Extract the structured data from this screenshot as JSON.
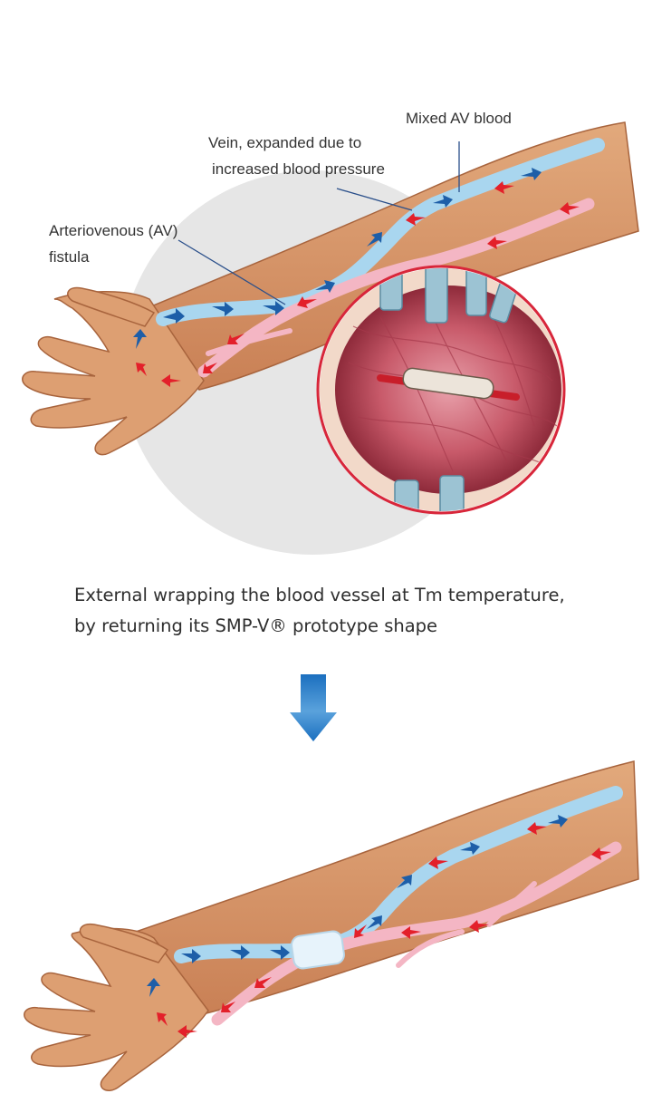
{
  "labels": {
    "mixed_av_blood": "Mixed AV blood",
    "vein_line1": "Vein, expanded due to",
    "vein_line2": "increased blood pressure",
    "fistula_line1": "Arteriovenous (AV)",
    "fistula_line2": "fistula"
  },
  "caption": {
    "line1": "External wrapping the blood vessel at Tm temperature,",
    "line2": "by returning its SMP-V® prototype shape"
  },
  "colors": {
    "skin": "#d99a6c",
    "skin_shadow": "#b86f45",
    "vein": "#a9d6ef",
    "artery": "#f4b6c4",
    "arrow_blue": "#1d5ea8",
    "arrow_red": "#e3202a",
    "magnifier_ring": "#d8263a",
    "background_circle": "#e6e6e6",
    "down_arrow": "#1b6fbf"
  },
  "icons": {
    "down_arrow": "arrow-down-icon"
  }
}
